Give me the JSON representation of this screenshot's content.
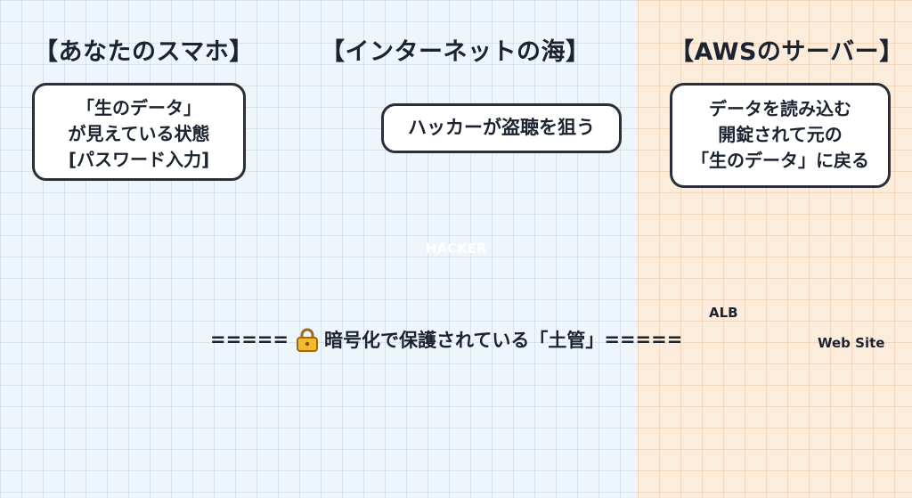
{
  "headings": {
    "phone": "【あなたのスマホ】",
    "internet": "【インターネットの海】",
    "server": "【AWSのサーバー】"
  },
  "bubbles": {
    "phone": [
      "「生のデータ」",
      "が見えている状態",
      "[パスワード入力]"
    ],
    "hacker": "ハッカーが盗聴を狙う",
    "server": [
      "データを読み込む",
      "開錠されて元の",
      "「生のデータ」に戻る"
    ]
  },
  "labels": {
    "hacker": "HACKER",
    "alb": "ALB",
    "website": "Web Site"
  },
  "tunnel": {
    "left": "=====",
    "text": "暗号化で保護されている「土管」",
    "right": "====="
  },
  "icons": [
    "wave-icon",
    "network-icon",
    "wifi-icon",
    "globe-icon",
    "lock-icon",
    "magnifier-icon"
  ],
  "colors": {
    "arrow_blue": "#2f86d6",
    "arrow_orange": "#f28a2e",
    "shirt": "#f08c8c",
    "alb_purple": "#c9b8ef",
    "globe_blue": "#3f87cf",
    "server_gray": "#8e949c"
  }
}
